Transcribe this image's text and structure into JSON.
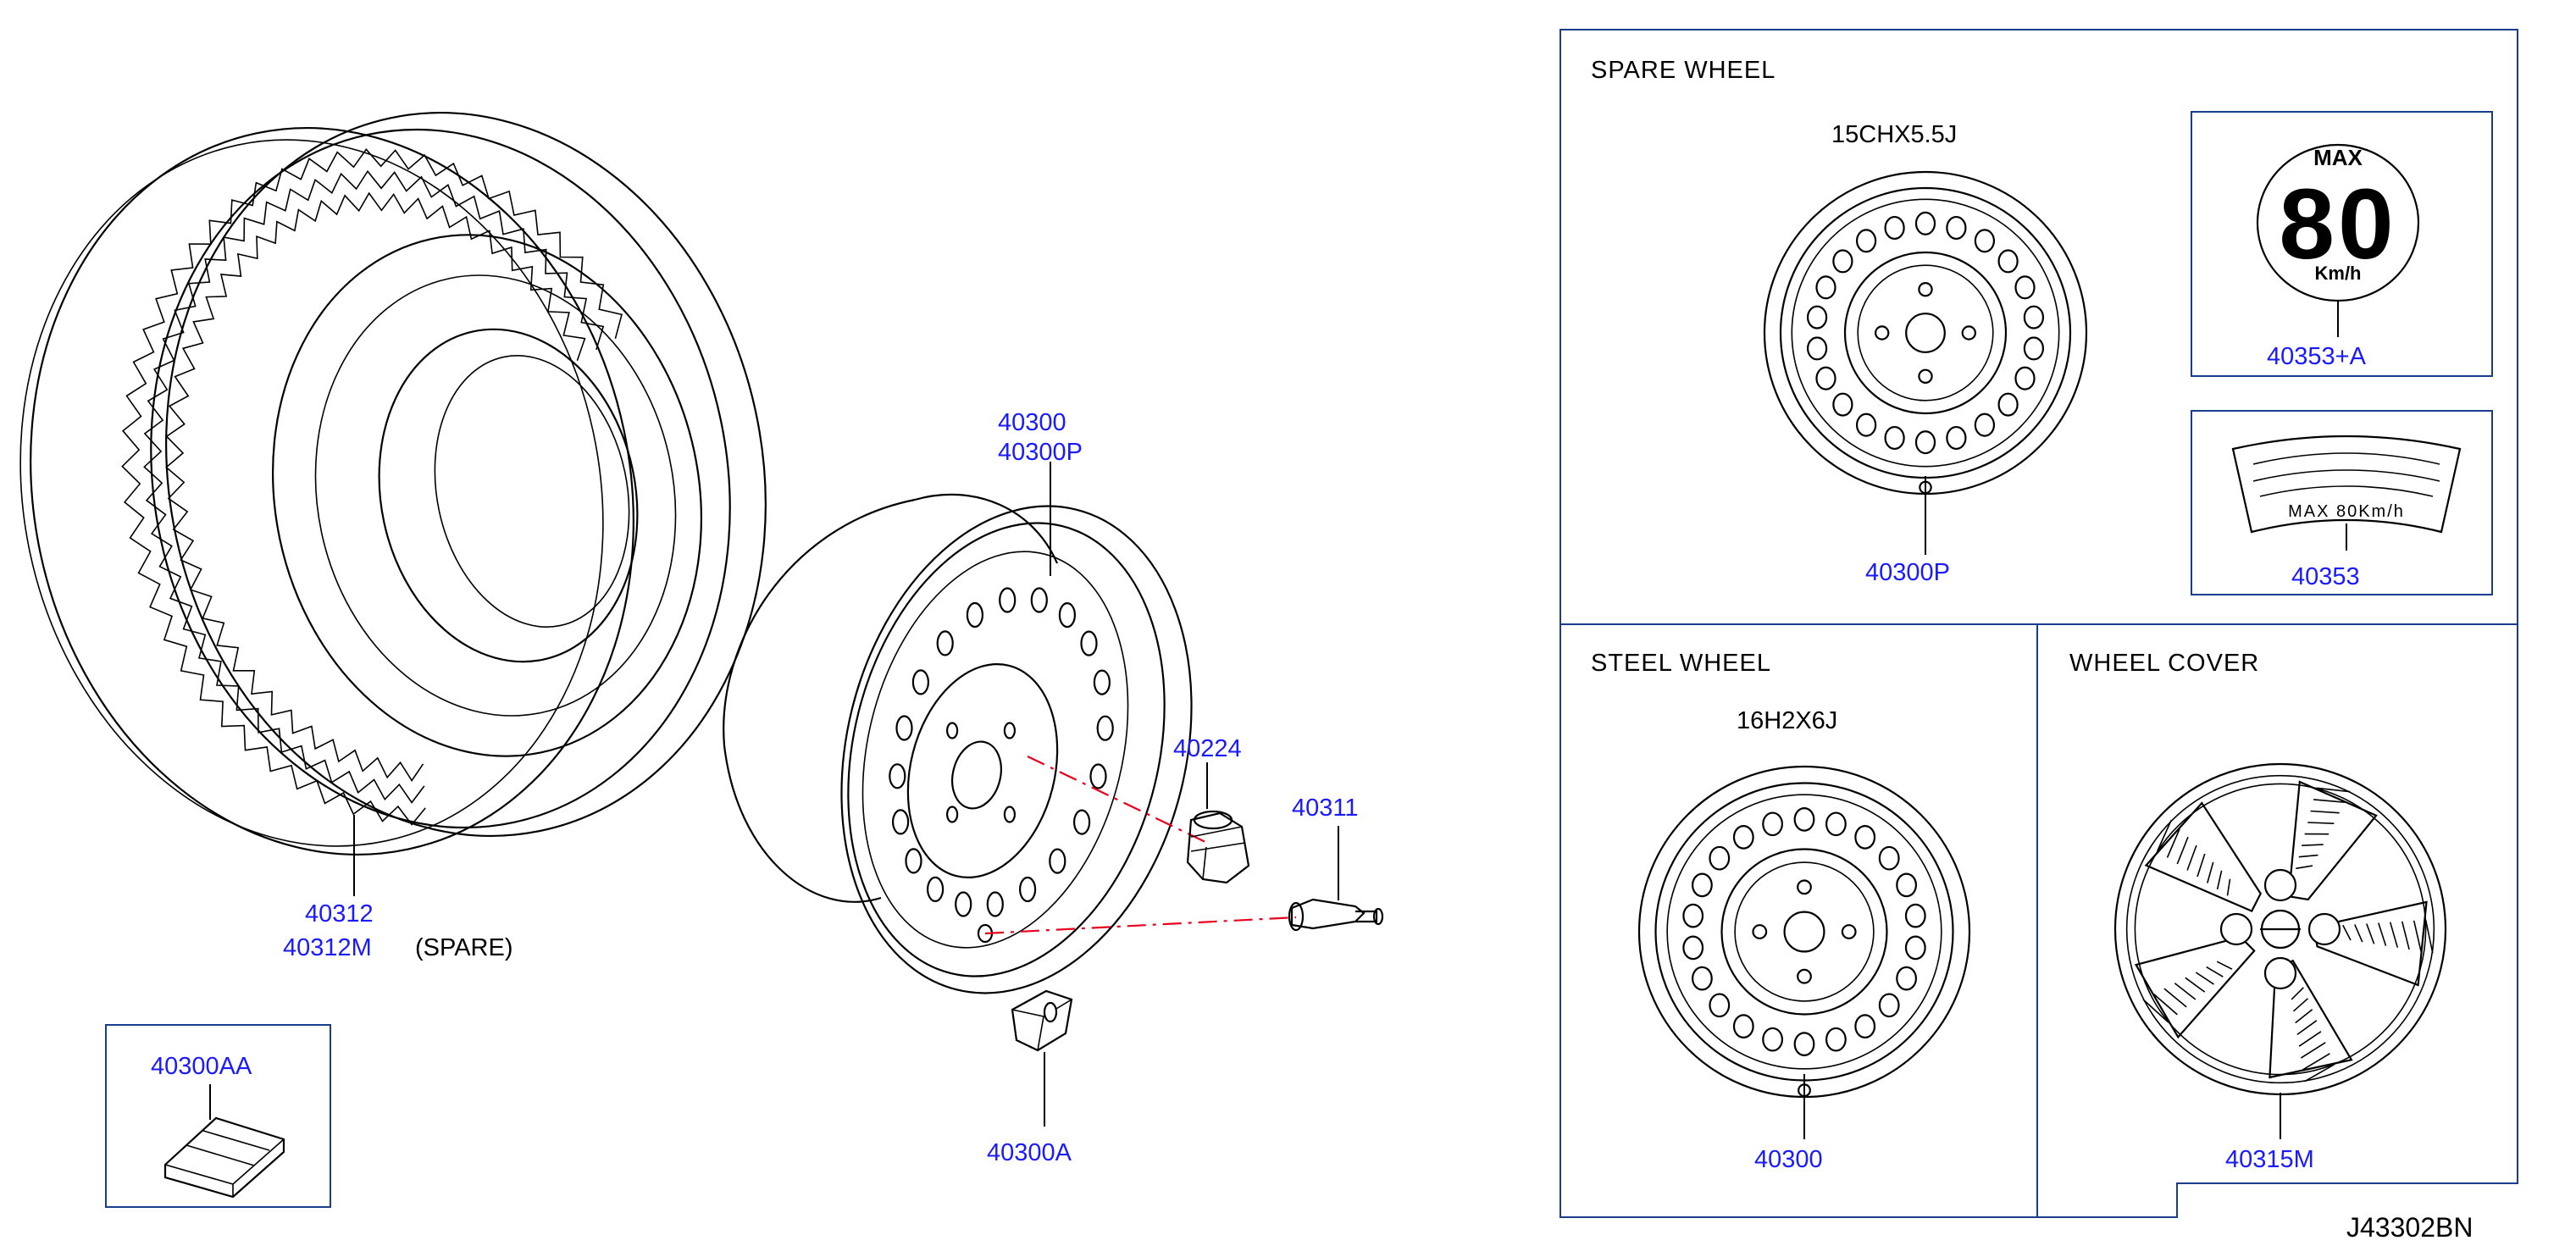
{
  "figure_id": "J43302BN",
  "sections": {
    "spare_wheel": {
      "title": "SPARE   WHEEL",
      "size": "15CHX5.5J",
      "part": "40300P"
    },
    "steel_wheel": {
      "title": "STEEL   WHEEL",
      "size": "16H2X6J",
      "part": "40300"
    },
    "wheel_cover": {
      "title": "WHEEL   COVER",
      "part": "40315M"
    }
  },
  "labels": {
    "max_label": {
      "max": "MAX",
      "speed": "80",
      "unit": "Km/h",
      "part": "40353+A"
    },
    "curved_label": {
      "text": "MAX 80Km/h",
      "part": "40353"
    }
  },
  "parts": {
    "tire": {
      "part": "40312",
      "part_spare": "40312M",
      "spare_note": "(SPARE)"
    },
    "wheel": {
      "part": "40300",
      "part_spare": "40300P"
    },
    "nut": {
      "part": "40224"
    },
    "valve": {
      "part": "40311"
    },
    "weight": {
      "part": "40300A"
    },
    "weight_kit": {
      "part": "40300AA"
    }
  },
  "colors": {
    "part_number": "#1a1aff",
    "line": "#000000",
    "frame": "#1a3d8f",
    "centerline": "#e8001c"
  }
}
